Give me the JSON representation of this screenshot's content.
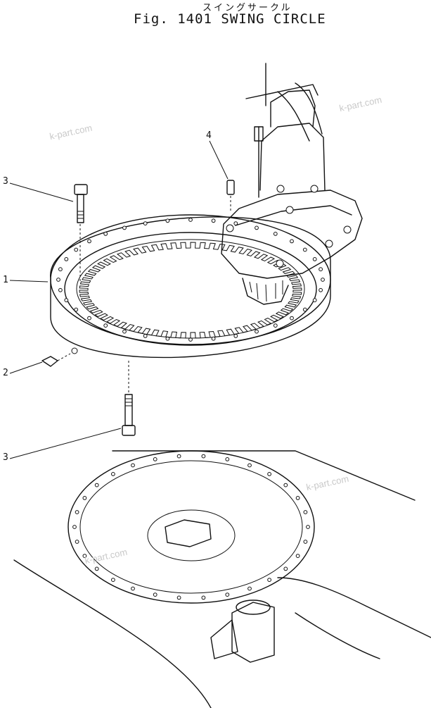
{
  "figure": {
    "title_jp": "スイングサークル",
    "title_en": "Fig. 1401  SWING CIRCLE"
  },
  "callouts": {
    "c1": "1",
    "c2": "2",
    "c3a": "3",
    "c3b": "3",
    "c4": "4"
  },
  "watermarks": {
    "w1": "k-part.com",
    "w2": "k-part.com",
    "w3": "k-part.com",
    "w4": "k-part.com"
  }
}
